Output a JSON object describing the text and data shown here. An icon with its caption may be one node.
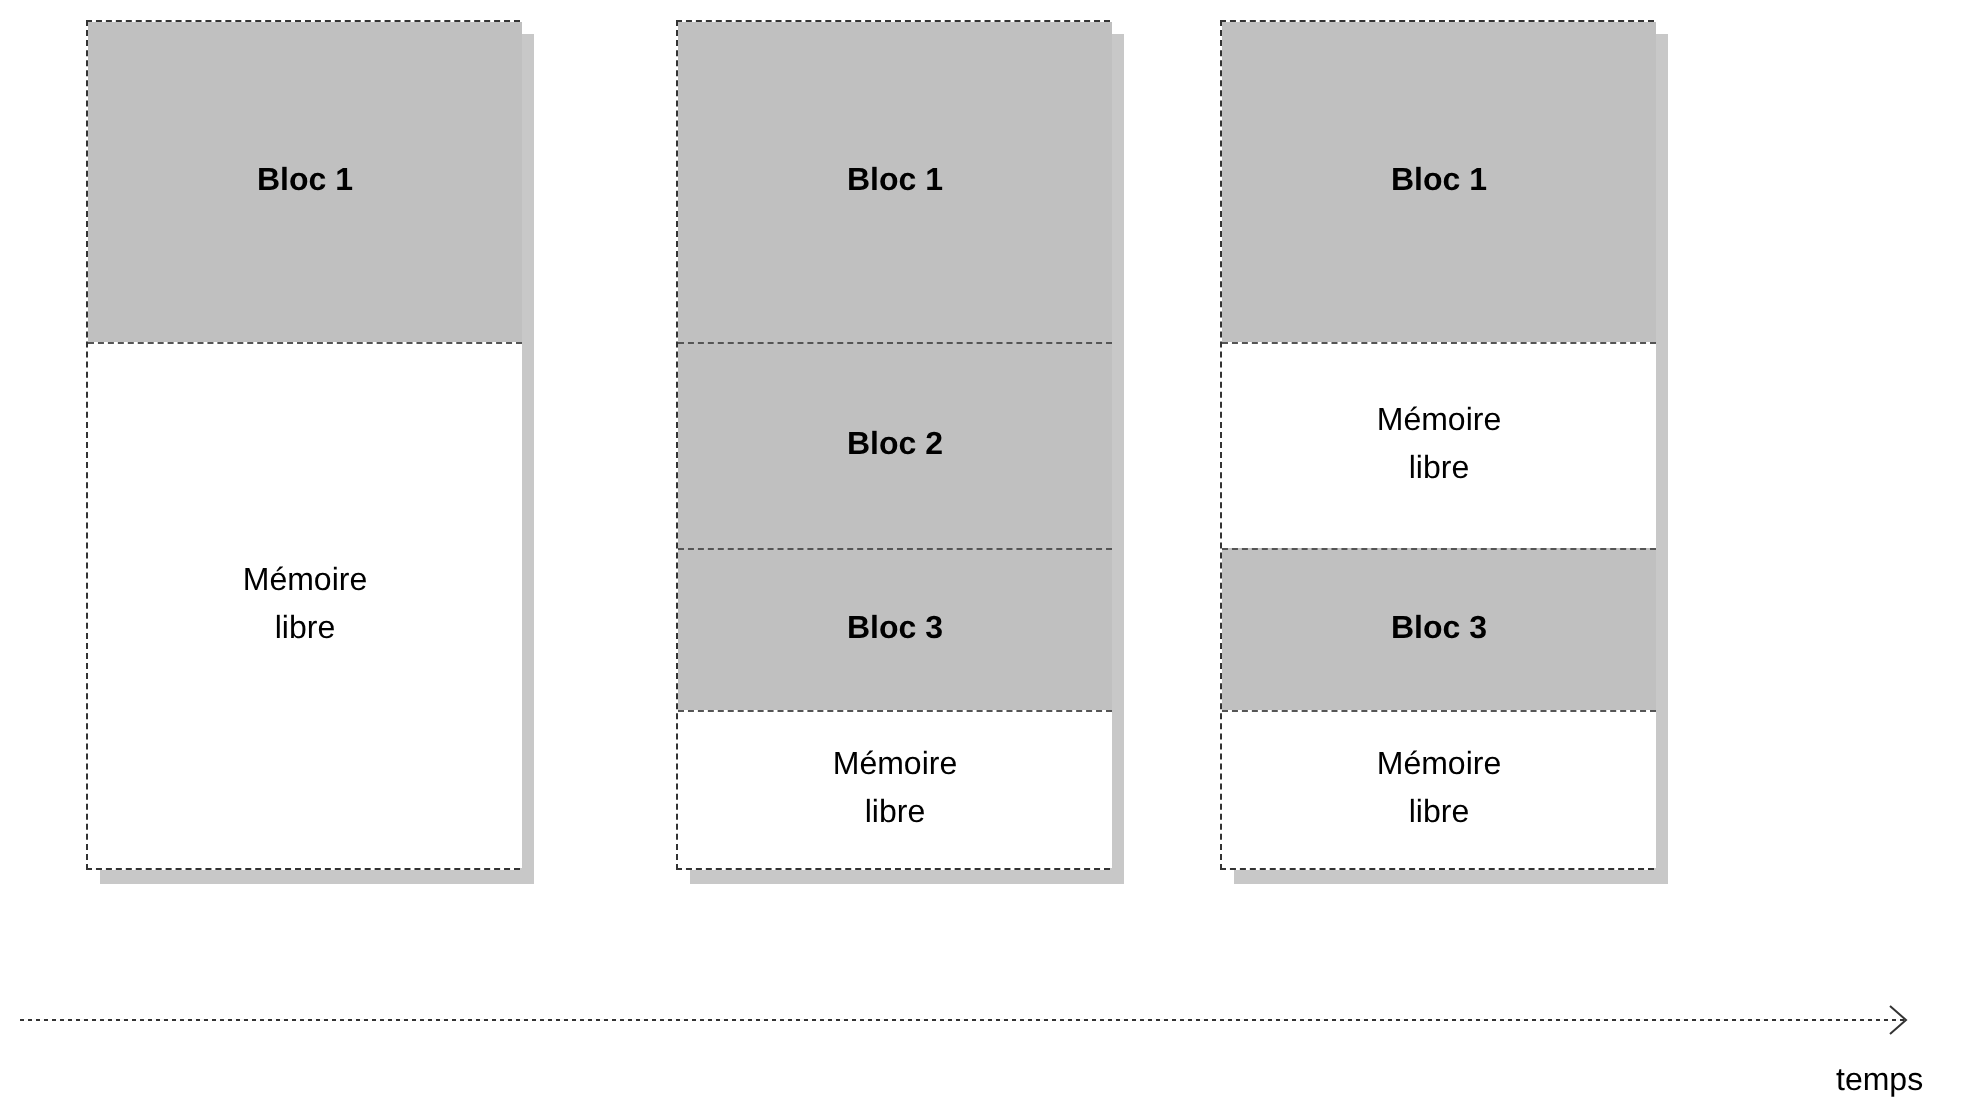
{
  "diagram": {
    "nodes": [
      {
        "text": [],
        "shape": "box"
      },
      {
        "text": [
          "Bloc 1"
        ],
        "in": 0
      },
      {
        "text": [
          "Mémoire libre"
        ],
        "in": 0
      },
      {
        "text": [],
        "shape": "box"
      },
      {
        "text": [
          "Bloc 1"
        ],
        "in": 3
      },
      {
        "text": [
          "Bloc 2"
        ],
        "in": 3
      },
      {
        "text": [
          "Bloc 3"
        ],
        "in": 3
      },
      {
        "text": [
          "Mémoire libre"
        ],
        "in": 3
      },
      {
        "text": [],
        "shape": "box"
      },
      {
        "text": [
          "Bloc 1"
        ],
        "in": 8
      },
      {
        "text": [
          "Mémoire libre"
        ],
        "in": 8
      },
      {
        "text": [
          "Bloc 3"
        ],
        "in": 8
      },
      {
        "text": [
          "Mémoire libre"
        ],
        "in": 8
      }
    ],
    "edges": [],
    "labels": [
      "temps"
    ]
  }
}
